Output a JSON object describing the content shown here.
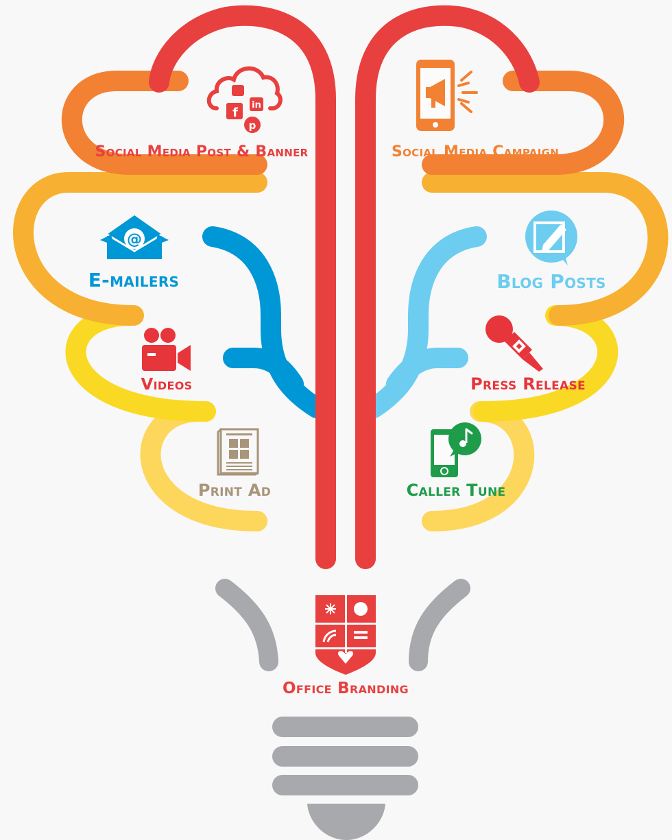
{
  "items": {
    "social_media_post": {
      "label": "Social Media Post & Banner",
      "color": "#e8403f",
      "icon": "social-cloud-icon"
    },
    "social_media_campaign": {
      "label": "Social Media Campaign",
      "color": "#f28133",
      "icon": "phone-megaphone-icon"
    },
    "emailers": {
      "label": "E-mailers",
      "color": "#0097d6",
      "icon": "envelope-at-icon"
    },
    "blog_posts": {
      "label": "Blog Posts",
      "color": "#6ccdf0",
      "icon": "chat-pencil-icon"
    },
    "videos": {
      "label": "Videos",
      "color": "#e7363b",
      "icon": "video-camera-icon"
    },
    "press_release": {
      "label": "Press Release",
      "color": "#e7363b",
      "icon": "microphone-icon"
    },
    "print_ad": {
      "label": "Print Ad",
      "color": "#a8957a",
      "icon": "newspaper-icon"
    },
    "caller_tune": {
      "label": "Caller Tune",
      "color": "#1f9c4a",
      "icon": "phone-music-icon"
    },
    "office_branding": {
      "label": "Office Branding",
      "color": "#e8403f",
      "icon": "shield-icon"
    }
  },
  "colors": {
    "red": "#e8403f",
    "orange": "#f28133",
    "amber": "#f7b031",
    "yellow": "#f9d923",
    "light_yellow": "#fdd75b",
    "blue": "#0097d6",
    "light_blue": "#6ccdf0",
    "gray": "#a7a9ac"
  }
}
